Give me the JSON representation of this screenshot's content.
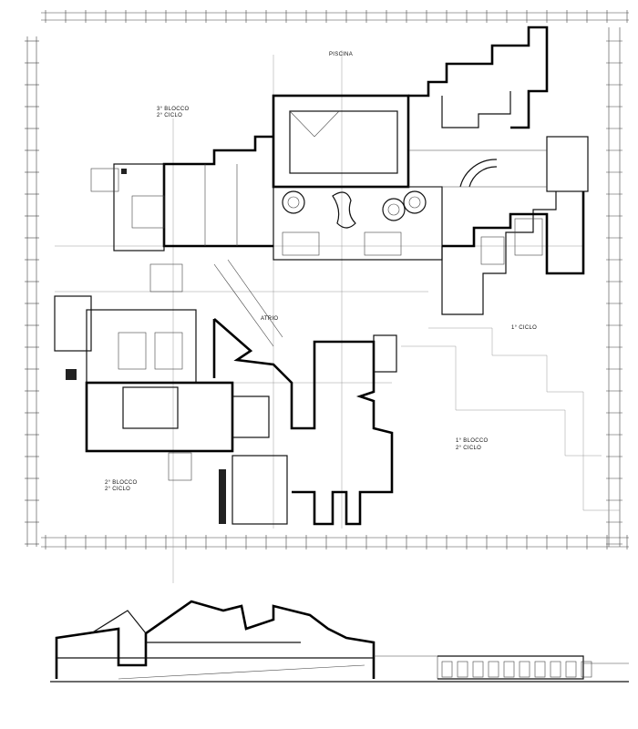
{
  "drawing": {
    "labels": {
      "pool": "PISCINA",
      "block3_line1": "3° BLOCCO",
      "block3_line2": "2° CICLO",
      "atrium": "ATRIO",
      "cycle1": "1° CICLO",
      "block1_line1": "1° BLOCCO",
      "block1_line2": "2° CICLO",
      "block2_line1": "2° BLOCCO",
      "block2_line2": "2° CICLO"
    },
    "colors": {
      "ink": "#000000",
      "paper": "#ffffff"
    }
  }
}
